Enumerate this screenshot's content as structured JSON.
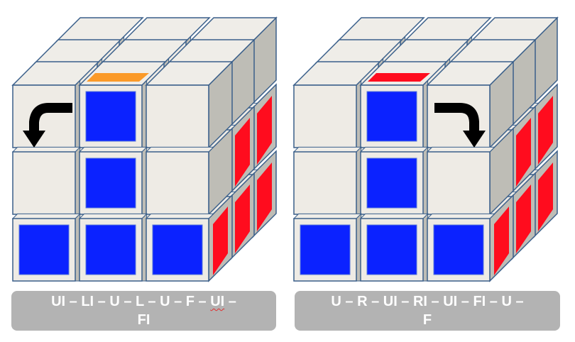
{
  "colors": {
    "cubie_face": "#eeebe5",
    "cubie_side": "#bebdb6",
    "cubie_top": "#efede8",
    "outline": "#3a5f8a",
    "blue": "#0b22ff",
    "red": "#ff0c1e",
    "orange": "#fb9a28",
    "arrow": "#000000",
    "caption_bg": "#b3b3b3",
    "caption_text": "#ffffff"
  },
  "diagrams": [
    {
      "id": "left",
      "top_edge_sticker_color": "orange",
      "arrow": {
        "direction": "curve-left-down",
        "icon": "curved-arrow-left-down-icon"
      },
      "front_face_stickers": [
        [
          "none",
          "blue",
          "none"
        ],
        [
          "none",
          "blue",
          "none"
        ],
        [
          "blue",
          "blue",
          "blue"
        ]
      ],
      "algorithm": {
        "line1_parts": [
          "UI – LI – U – L – U – F – ",
          "UI",
          " –"
        ],
        "line2": "FI"
      }
    },
    {
      "id": "right",
      "top_edge_sticker_color": "red",
      "arrow": {
        "direction": "curve-right-down",
        "icon": "curved-arrow-right-down-icon"
      },
      "front_face_stickers": [
        [
          "none",
          "blue",
          "none"
        ],
        [
          "none",
          "blue",
          "none"
        ],
        [
          "blue",
          "blue",
          "blue"
        ]
      ],
      "algorithm": {
        "line1": "U – R – UI – RI – UI – FI – U –",
        "line2": "F"
      }
    }
  ]
}
